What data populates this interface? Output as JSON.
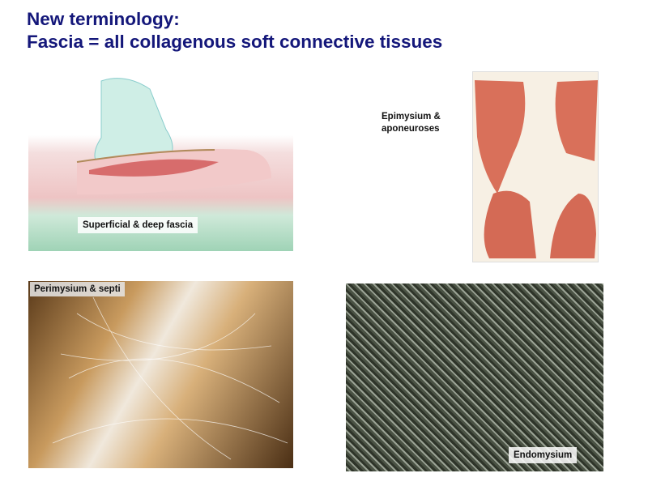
{
  "title": {
    "line1": "New terminology:",
    "line2": "Fascia = all collagenous soft connective tissues"
  },
  "panels": {
    "superficial": {
      "label": "Superficial & deep fascia"
    },
    "epimysium": {
      "label_line1": "Epimysium &",
      "label_line2": "aponeuroses"
    },
    "perimysium": {
      "label": "Perimysium & septi"
    },
    "endomysium": {
      "label": "Endomysium"
    }
  }
}
